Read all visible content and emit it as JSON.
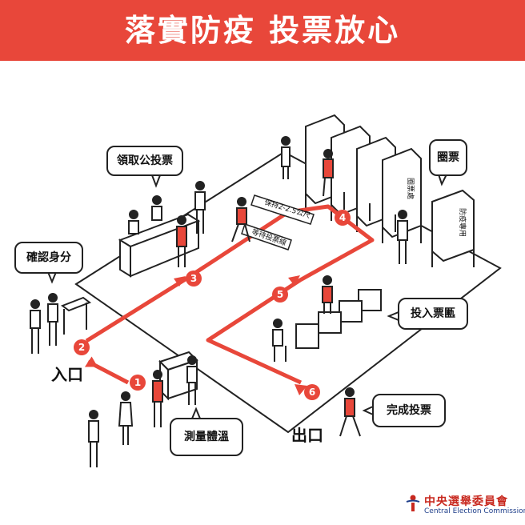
{
  "banner": {
    "title": "落實防疫  投票放心"
  },
  "bubbles": {
    "get_ballot": "領取公投票",
    "confirm_identity": "確認身分",
    "mark_ballot": "圈票",
    "cast_area": "投入票匭",
    "finish_voting": "完成投票",
    "temperature": "測量體溫"
  },
  "labels": {
    "entrance": "入口",
    "exit": "出口",
    "distance_tape": "保持2-2.5公尺",
    "waiting_tape": "等待投票線",
    "booth_sign_1": "圈票處",
    "booth_sign_2": "防疫專用"
  },
  "steps": [
    "1",
    "2",
    "3",
    "4",
    "5",
    "6"
  ],
  "logo": {
    "name_cn": "中央選舉委員會",
    "name_en": "Central Election Commission"
  },
  "colors": {
    "accent": "#e8473a",
    "ink": "#222222",
    "logo_red": "#c8281e",
    "logo_blue": "#1f3f8a"
  }
}
